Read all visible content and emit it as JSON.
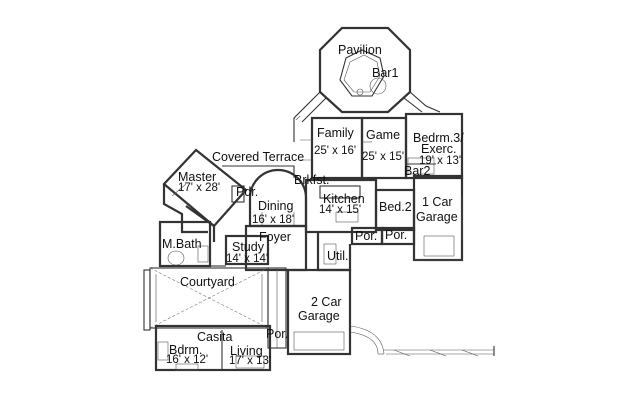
{
  "rooms": {
    "pavilion": "Pavilion",
    "bar1": "Bar1",
    "family": {
      "name": "Family",
      "dim": "25' x 16'"
    },
    "game": {
      "name": "Game",
      "dim": "25' x 15'"
    },
    "bedroom3": {
      "name": "Bedrm.3/",
      "name2": "Exerc.",
      "dim": "19' x 13'"
    },
    "bar2": "Bar2",
    "covered_terrace": "Covered Terrace",
    "master": {
      "name": "Master",
      "dim": "17' x 28'"
    },
    "pdr": "Pdr.",
    "breakfast": "Brkfst.",
    "dining": {
      "name": "Dining",
      "dim": "16' x 18'"
    },
    "kitchen": {
      "name": "Kitchen",
      "dim": "14' x 15'"
    },
    "bed2": "Bed.2",
    "one_car_garage": {
      "line1": "1 Car",
      "line2": "Garage"
    },
    "master_bath": "M.Bath",
    "foyer": "Foyer",
    "study": {
      "name": "Study",
      "dim": "14' x 14'"
    },
    "porch1": "Por.",
    "porch2": "Por.",
    "utility": "Util.",
    "courtyard": "Courtyard",
    "two_car_garage": {
      "line1": "2 Car",
      "line2": "Garage"
    },
    "casita": "Casita",
    "casita_bedroom": {
      "name": "Bdrm.",
      "dim": "16' x 12'"
    },
    "casita_living": {
      "name": "Living",
      "dim": "17' x 13'"
    },
    "porch3": "Por."
  }
}
